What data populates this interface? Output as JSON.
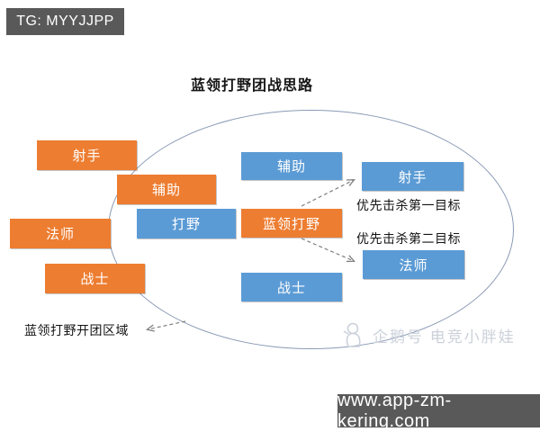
{
  "badge": {
    "text": "TG: MYYJJPP"
  },
  "title": "蓝领打野团战思路",
  "nodes": {
    "left_shooter": "射手",
    "left_support": "辅助",
    "jungler": "打野",
    "left_mage": "法师",
    "left_warrior": "战士",
    "mid_support": "辅助",
    "blue_jungler": "蓝领打野",
    "mid_warrior": "战士",
    "target_shooter": "射手",
    "target_mage": "法师"
  },
  "labels": {
    "priority_first": "优先击杀第一目标",
    "priority_second": "优先击杀第二目标",
    "open_area": "蓝领打野开团区域"
  },
  "watermark": {
    "text": "企鹅号 电竞小胖娃"
  },
  "footer": {
    "url": "www.app-zm-kering.com"
  },
  "colors": {
    "role_orange": "#ED7D31",
    "role_blue": "#5B9BD5",
    "badge_bg": "#595959",
    "footer_bg": "#595959",
    "ellipse_stroke": "#8A9AB5",
    "arrow_gray": "#7F7F7F",
    "watermark_gray": "#CBD1DA"
  }
}
